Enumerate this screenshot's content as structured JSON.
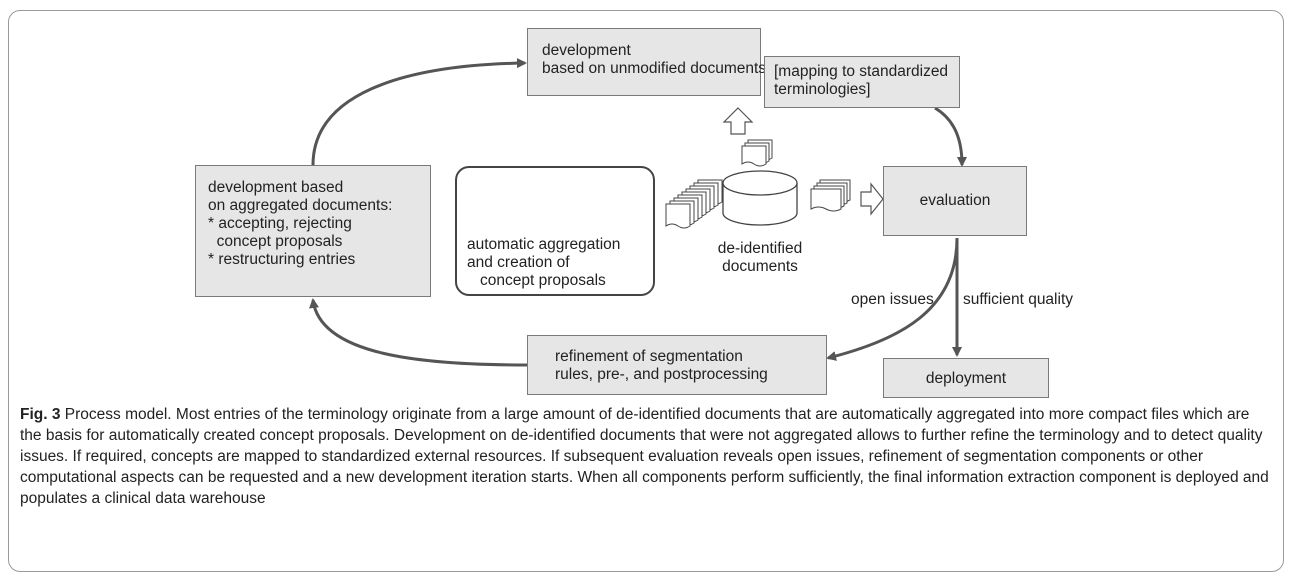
{
  "boxes": {
    "dev_unmodified": [
      "development",
      "based on unmodified documents"
    ],
    "mapping": [
      "[mapping to standardized",
      "terminologies]"
    ],
    "evaluation": [
      "evaluation"
    ],
    "dev_aggregated": [
      "development based",
      "on aggregated documents:",
      "* accepting, rejecting",
      "  concept proposals",
      "* restructuring entries"
    ],
    "refinement": [
      "refinement of segmentation",
      "rules, pre-, and postprocessing"
    ],
    "deployment": [
      "deployment"
    ]
  },
  "aggregation": {
    "lines": [
      "automatic aggregation",
      "and creation of",
      "concept proposals"
    ]
  },
  "database": {
    "lines": [
      "de-identified",
      "documents"
    ]
  },
  "edge_labels": {
    "open_issues": "open issues",
    "sufficient_quality": "sufficient quality"
  },
  "caption": {
    "label": "Fig. 3",
    "text": " Process model. Most entries of the terminology originate from a large amount of de-identified documents that are automatically aggregated into more compact files which are the basis for automatically created concept proposals. Development on de-identified documents that were not aggregated allows to further refine the terminology and to detect quality issues. If required, concepts are mapped to standardized external resources. If subsequent evaluation reveals open issues, refinement of segmentation components or other computational aspects can be requested and a new development iteration starts. When all components perform sufficiently, the final information extraction component is deployed and populates a clinical data warehouse"
  },
  "colors": {
    "box_fill": "#e6e6e6",
    "box_border": "#7a7a7a",
    "arrow": "#555555",
    "block_arrow_fill": "#a9a9a9"
  }
}
